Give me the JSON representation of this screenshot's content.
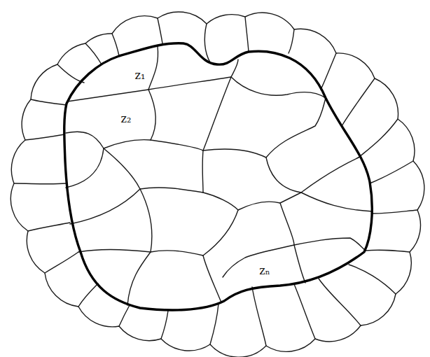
{
  "diagram": {
    "nodes": [
      {
        "text": [
          "z₁"
        ]
      },
      {
        "text": [
          "z₂"
        ]
      },
      {
        "text": [
          "zₙ"
        ]
      }
    ]
  }
}
